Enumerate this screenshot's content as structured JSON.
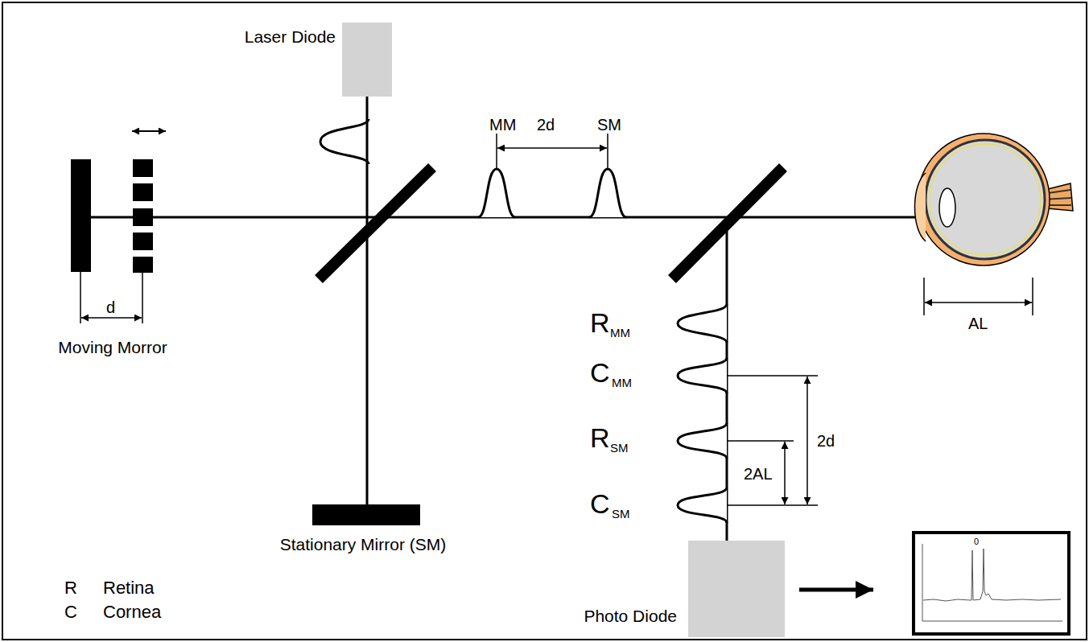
{
  "diagram": {
    "nodes": [
      {
        "text": [
          "Laser Diode"
        ]
      },
      {
        "text": [
          "Moving Morror"
        ]
      },
      {
        "text": [
          "Stationary Mirror (SM)"
        ]
      },
      {
        "text": [
          "Photo Diode"
        ]
      }
    ],
    "edges": [
      {
        "from": 0,
        "to": 2,
        "arrow": "none"
      }
    ],
    "labels": [
      "MM",
      "2d",
      "SM",
      "R",
      "MM",
      "C",
      "MM",
      "R",
      "SM",
      "C",
      "SM",
      "2d",
      "2AL",
      "d",
      "AL",
      "R",
      "Retina",
      "C",
      "Cornea",
      "0"
    ]
  }
}
